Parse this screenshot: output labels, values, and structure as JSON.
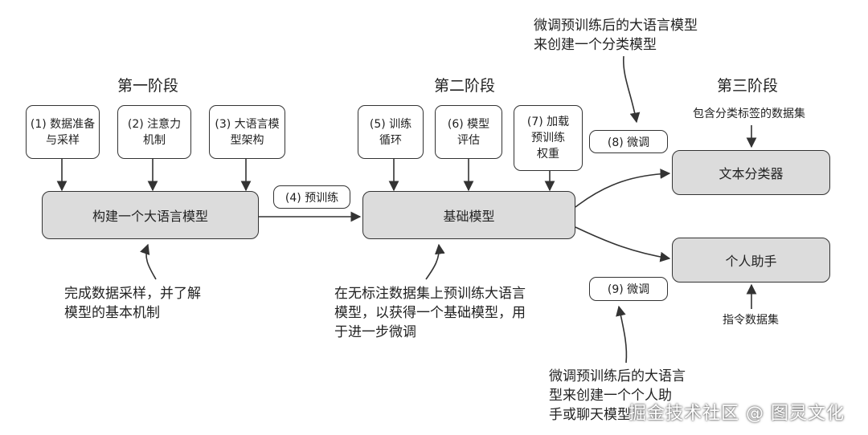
{
  "stages": [
    "第一阶段",
    "第二阶段",
    "第三阶段"
  ],
  "steps": {
    "s1": "(1) 数据准备\n与采样",
    "s2": "(2) 注意力\n机制",
    "s3": "(3) 大语言模\n型架构",
    "s4": "(4) 预训练",
    "s5": "(5) 训练\n循环",
    "s6": "(6) 模型\n评估",
    "s7": "(7) 加载\n预训练\n权重",
    "s8": "(8) 微调",
    "s9": "(9) 微调"
  },
  "main_boxes": {
    "build": "构建一个大语言模型",
    "base": "基础模型",
    "classifier": "文本分类器",
    "assistant": "个人助手"
  },
  "notes": {
    "stage1": "完成数据采样，并了解\n模型的基本机制",
    "stage2": "在无标注数据集上预训练大语言\n模型，以获得一个基础模型，用\n于进一步微调",
    "classifier_top": "微调预训练后的大语言模型\n来创建一个分类模型",
    "assistant_bottom": "微调预训练后的大语言\n型来创建一个个人助\n手或聊天模型"
  },
  "datasets": {
    "classifier": "包含分类标签的数据集",
    "assistant": "指令数据集"
  },
  "watermark": "掘金技术社区 @ 图灵文化"
}
